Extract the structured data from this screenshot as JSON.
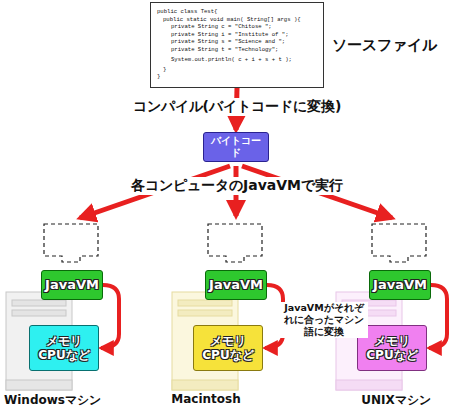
{
  "diagram": {
    "nodes": [
      {
        "text": [
          "public class Test{",
          "public static void main( String[] args ){",
          "private String c = \"Chitose \";",
          "private String i = \"Institute of \";",
          "private String s = \"Science and \";",
          "private String t = \"Technology\";",
          "System.out.println( c + i + s + t );",
          "}",
          "}"
        ]
      },
      {
        "text": [
          "バイトコード"
        ]
      },
      {
        "text": [
          "JavaVM"
        ]
      },
      {
        "text": [
          "メモリ CPUなど"
        ]
      },
      {
        "text": [
          "JavaVM"
        ]
      },
      {
        "text": [
          "メモリ CPUなど"
        ]
      },
      {
        "text": [
          "JavaVM"
        ]
      },
      {
        "text": [
          "メモリ CPUなど"
        ]
      }
    ],
    "edges": [
      {
        "from": 0,
        "to": 1,
        "arrow": "to",
        "label": "コンパイル(バイトコードに変換)"
      },
      {
        "from": 2,
        "to": 3,
        "arrow": "to"
      },
      {
        "from": 4,
        "to": 5,
        "arrow": "to"
      },
      {
        "from": 6,
        "to": 7,
        "arrow": "to"
      }
    ],
    "labels": [
      "ソースファイル",
      "各コンピュータのJavaVMで実行",
      "JavaVMがそれぞれに合ったマシン語に変換",
      "Windowsマシン",
      "Macintosh",
      "UNIXマシン"
    ]
  }
}
